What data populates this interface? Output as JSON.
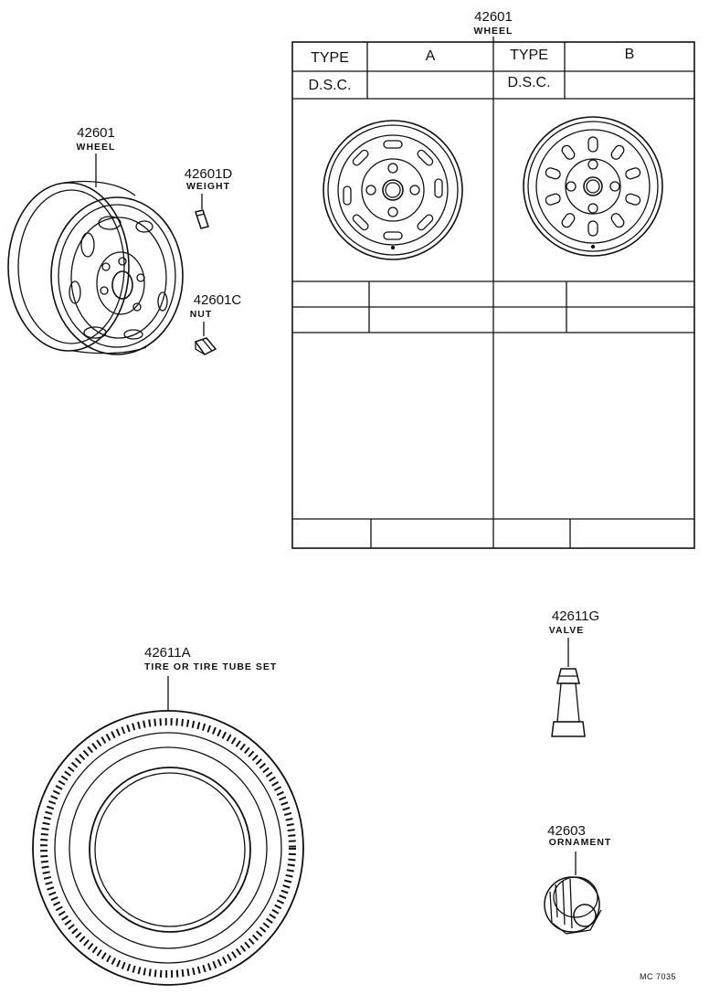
{
  "wheel_table": {
    "part_number": "42601",
    "part_name": "WHEEL",
    "type_label": "TYPE",
    "dsc_label": "D.S.C.",
    "type_a": "A",
    "type_b": "B"
  },
  "parts": {
    "wheel": {
      "number": "42601",
      "name": "WHEEL"
    },
    "weight": {
      "number": "42601D",
      "name": "WEIGHT"
    },
    "nut": {
      "number": "42601C",
      "name": "NUT"
    },
    "tire": {
      "number": "42611A",
      "name": "TIRE OR TIRE TUBE SET"
    },
    "valve": {
      "number": "42611G",
      "name": "VALVE"
    },
    "ornament": {
      "number": "42603",
      "name": "ORNAMENT"
    }
  },
  "figure_code": "MC  7035",
  "colors": {
    "ink": "#111111",
    "paper": "#ffffff"
  }
}
